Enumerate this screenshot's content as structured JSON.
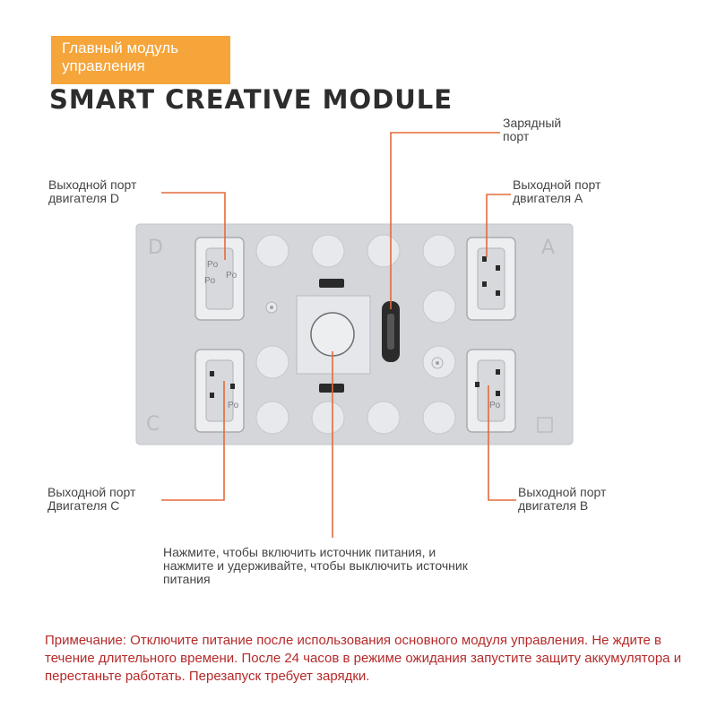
{
  "header": {
    "badge": "Главный модуль\nуправления",
    "title": "SMART CREATIVE MODULE"
  },
  "labels": {
    "charging_port": "Зарядный\nпорт",
    "port_d": "Выходной порт\nдвигателя D",
    "port_a": "Выходной порт\nдвигателя A",
    "port_c": "Выходной порт\nДвигателя C",
    "port_b": "Выходной порт\nдвигателя B",
    "power_button": "Нажмите, чтобы включить источник питания, и\nнажмите и удерживайте, чтобы выключить источник\nпитания"
  },
  "module_markings": {
    "letter_d": "D",
    "letter_a": "A",
    "letter_c": "C",
    "pin_text": "Po"
  },
  "note": "Примечание: Отключите питание после использования основного модуля управления. Не ждите в течение длительного времени. После 24 часов в режиме ожидания запустите защиту аккумулятора и перестаньте работать. Перезапуск требует зарядки.",
  "colors": {
    "accent": "#f5a53a",
    "leader": "#e36b3a",
    "note_text": "#b52a2a",
    "module_body": "#d4d6da"
  }
}
